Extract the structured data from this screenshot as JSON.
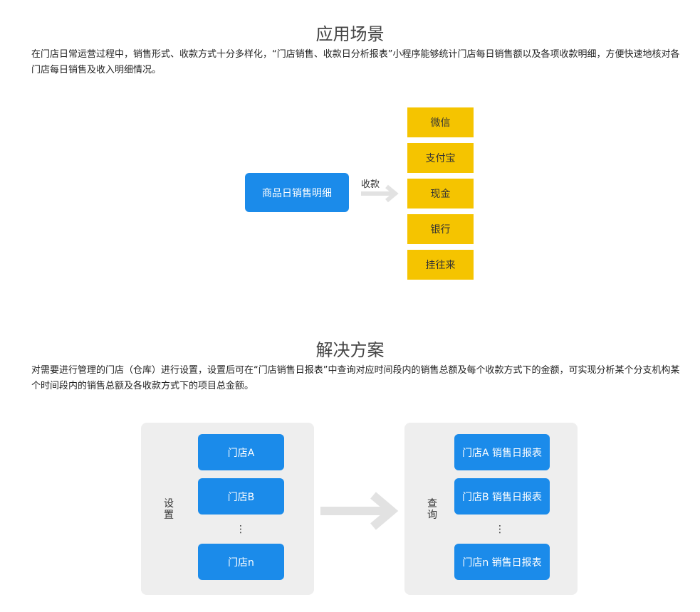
{
  "scenario": {
    "title": "应用场景",
    "text": "在门店日常运营过程中，销售形式、收款方式十分多样化，“门店销售、收款日分析报表”小程序能够统计门店每日销售额以及各项收款明细，方便快速地核对各门店每日销售及收入明细情况。",
    "source_box": "商品日销售明细",
    "arrow_label": "收款",
    "payment_methods": [
      "微信",
      "支付宝",
      "现金",
      "银行",
      "挂往来"
    ]
  },
  "solution": {
    "title": "解决方案",
    "text": "对需要进行管理的门店（仓库）进行设置，设置后可在“门店销售日报表”中查询对应时间段内的销售总额及每个收款方式下的金额，可实现分析某个分支机构某个时间段内的销售总额及各收款方式下的项目总金额。",
    "left_panel": {
      "label": "设置",
      "items": [
        "门店A",
        "门店B",
        "门店n"
      ],
      "ellipsis": "⋮"
    },
    "right_panel": {
      "label": "查询",
      "items": [
        "门店A 销售日报表",
        "门店B 销售日报表",
        "门店n 销售日报表"
      ],
      "ellipsis": "⋮"
    }
  },
  "colors": {
    "blue": "#1b8bea",
    "yellow": "#f5c400",
    "panel": "#eeeeee",
    "arrow": "#e2e2e2"
  }
}
